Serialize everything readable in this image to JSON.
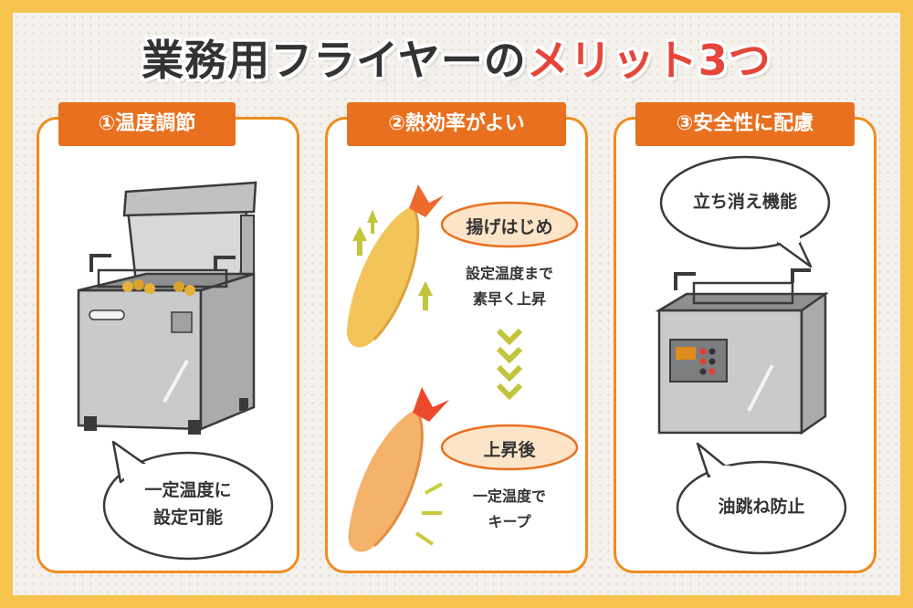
{
  "title": {
    "main": "業務用フライヤーの",
    "accent": "メリット3つ"
  },
  "panels": [
    {
      "header": "①温度調節",
      "bubble_line1": "一定温度に",
      "bubble_line2": "設定可能"
    },
    {
      "header": "②熱効率がよい",
      "pill1": "揚げはじめ",
      "text1_line1": "設定温度まで",
      "text1_line2": "素早く上昇",
      "pill2": "上昇後",
      "text2_line1": "一定温度で",
      "text2_line2": "キープ"
    },
    {
      "header": "③安全性に配慮",
      "bubble1": "立ち消え機能",
      "bubble2": "油跳ね防止"
    }
  ],
  "colors": {
    "frame": "#f8c24e",
    "header": "#e8701e",
    "panel_border": "#f08c1c",
    "title_accent": "#e6453a",
    "pill": "#fce4c8",
    "arrow_green": "#c2c43a"
  },
  "icons": [
    "fryer-open-lid-illustration",
    "fried-shrimp-illustration",
    "up-arrow-icon",
    "chevron-down-icon",
    "fryer-control-panel-illustration"
  ]
}
